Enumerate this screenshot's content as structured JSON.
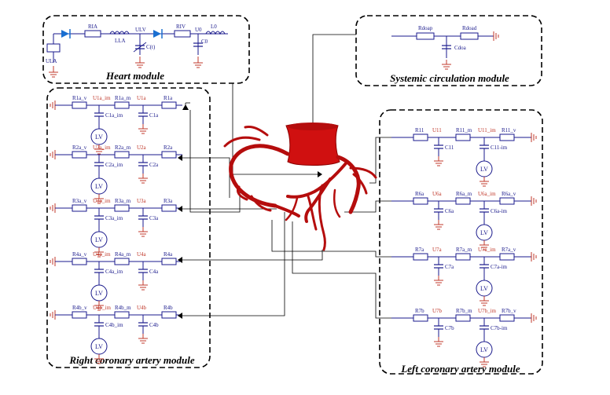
{
  "modules": {
    "heart": "Heart module",
    "systemic": "Systemic circulation module",
    "right": "Right coronary artery module",
    "left": "Left coronary artery module"
  },
  "heart_labels": {
    "ula": "ULA",
    "ria": "RIA",
    "lla": "LLA",
    "ulv": "ULV",
    "ct": "C(t)",
    "riv": "RIV",
    "u0": "U0",
    "l0": "L0",
    "c0": "C0"
  },
  "systemic_labels": {
    "rdoap": "Rdoap",
    "rdoad": "Rdoad",
    "cdoa": "Cdoa"
  },
  "lv": "LV",
  "right_rows": [
    {
      "r1": "R1a_v",
      "u1": "U1a_im",
      "r2": "R1a_m",
      "u2": "U1a",
      "r3": "R1a",
      "c1": "C1a_im",
      "c2": "C1a"
    },
    {
      "r1": "R2a_v",
      "u1": "U2a_im",
      "r2": "R2a_m",
      "u2": "U2a",
      "r3": "R2a",
      "c1": "C2a_im",
      "c2": "C2a"
    },
    {
      "r1": "R3a_v",
      "u1": "U3a_im",
      "r2": "R3a_m",
      "u2": "U3a",
      "r3": "R3a",
      "c1": "C3a_im",
      "c2": "C3a"
    },
    {
      "r1": "R4a_v",
      "u1": "U4a_im",
      "r2": "R4a_m",
      "u2": "U4a",
      "r3": "R4a",
      "c1": "C4a_im",
      "c2": "C4a"
    },
    {
      "r1": "R4b_v",
      "u1": "U4b_im",
      "r2": "R4b_m",
      "u2": "U4b",
      "r3": "R4b",
      "c1": "C4b_im",
      "c2": "C4b"
    }
  ],
  "left_rows": [
    {
      "r1": "R11",
      "u1": "U11",
      "r2": "R11_m",
      "u2": "U11_im",
      "r3": "R11_v",
      "c1": "C11",
      "c2": "C11-im"
    },
    {
      "r1": "R6a",
      "u1": "U6a",
      "r2": "R6a_m",
      "u2": "U6a_im",
      "r3": "R6a_v",
      "c1": "C6a",
      "c2": "C6a-im"
    },
    {
      "r1": "R7a",
      "u1": "U7a",
      "r2": "R7a_m",
      "u2": "U7a_im",
      "r3": "R7a_v",
      "c1": "C7a",
      "c2": "C7a-im"
    },
    {
      "r1": "R7b",
      "u1": "U7b",
      "r2": "R7b_m",
      "u2": "U7b_im",
      "r3": "R7b_v",
      "c1": "C7b",
      "c2": "C7b-im"
    }
  ]
}
